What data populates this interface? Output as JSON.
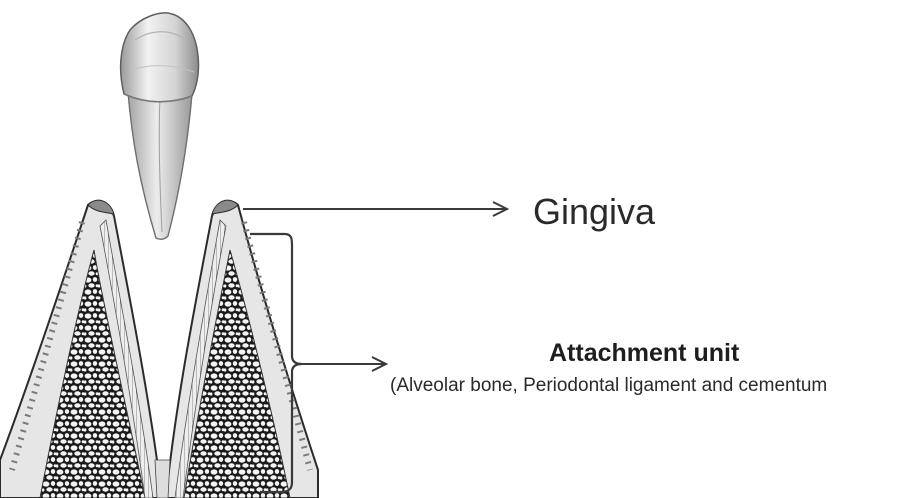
{
  "labels": {
    "gingiva": "Gingiva",
    "attachment_title": "Attachment unit",
    "attachment_subtitle": "(Alveolar bone, Periodontal ligament and cementum"
  },
  "colors": {
    "background": "#ffffff",
    "text": "#222222",
    "arrow": "#3a3a3a",
    "tooth": "#e2e2e2",
    "tooth_shadow": "#b0b0b0",
    "bone_outline": "#2b2b2b",
    "bone_fill": "#d9d9d9",
    "marrow": "#1c1c1c"
  },
  "icons": {
    "tooth": "extracted-tooth-illustration",
    "socket": "alveolar-socket-cross-section"
  }
}
